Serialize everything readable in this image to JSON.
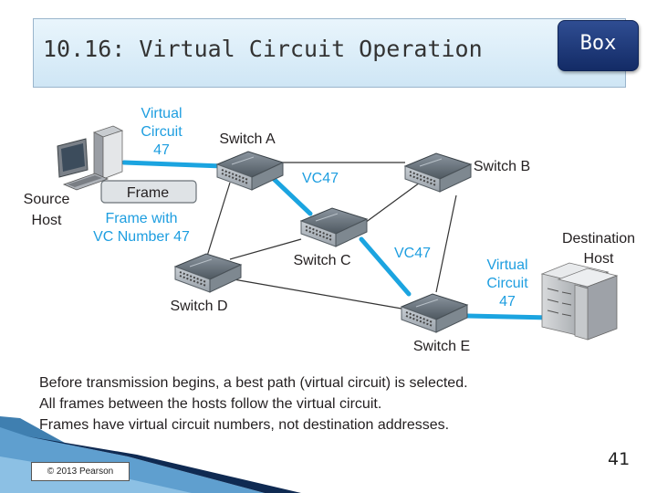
{
  "slide": {
    "title": "10.16: Virtual Circuit Operation",
    "box_label": "Box",
    "page_number": "41",
    "copyright": "© 2013 Pearson"
  },
  "diagram": {
    "source_label_1": "Source",
    "source_label_2": "Host",
    "frame_label": "Frame",
    "frame_with_1": "Frame with",
    "frame_with_2": "VC Number 47",
    "vc_src_1": "Virtual",
    "vc_src_2": "Circuit",
    "vc_src_3": "47",
    "switch_a": "Switch A",
    "switch_b": "Switch B",
    "switch_c": "Switch C",
    "switch_d": "Switch D",
    "switch_e": "Switch E",
    "vc47_upper": "VC47",
    "vc47_lower": "VC47",
    "dest_label_1": "Destination",
    "dest_label_2": "Host",
    "vc_dst_1": "Virtual",
    "vc_dst_2": "Circuit",
    "vc_dst_3": "47"
  },
  "caption": {
    "line1": "Before transmission begins, a best path (virtual circuit) is selected.",
    "line2": "All frames between the hosts follow the virtual circuit.",
    "line3": "Frames have virtual circuit numbers, not destination addresses."
  },
  "colors": {
    "vc_path": "#1ba4e0",
    "link": "#333333",
    "label_blue": "#1e9ee0",
    "label_dark": "#231f20",
    "title_button": "#1f3a7a"
  }
}
